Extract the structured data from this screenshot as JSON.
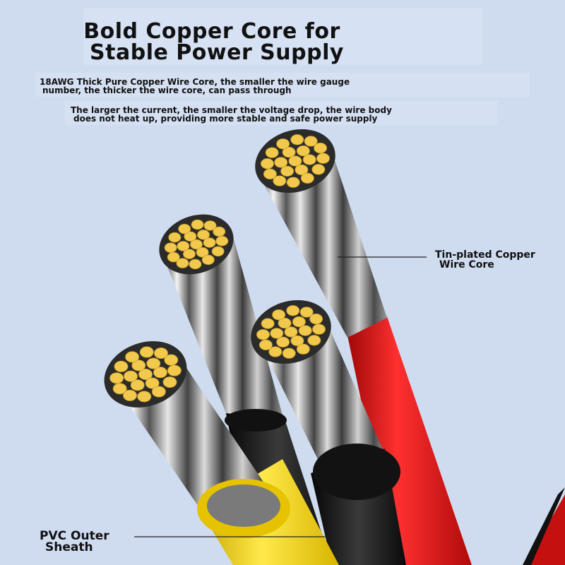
{
  "title": {
    "line1": "Bold Copper Core for",
    "line2": "Stable Power Supply"
  },
  "description": {
    "para1_line1": "18AWG Thick Pure Copper Wire Core, the smaller the wire gauge",
    "para1_line2": "number, the thicker the wire core, can pass through",
    "para2_line1": "The larger the current, the smaller the voltage drop, the wire body",
    "para2_line2": "does not heat up, providing more stable and safe power supply"
  },
  "callouts": {
    "core_line1": "Tin-plated Copper",
    "core_line2": "Wire Core",
    "sheath_line1": "PVC Outer",
    "sheath_line2": "Sheath"
  },
  "colors": {
    "background": "#cfdcf0",
    "copper_strand": "#f2c94c",
    "sheath_red": "#e01818",
    "sheath_black": "#1a1a1a",
    "sheath_yellow": "#f5d31c"
  }
}
